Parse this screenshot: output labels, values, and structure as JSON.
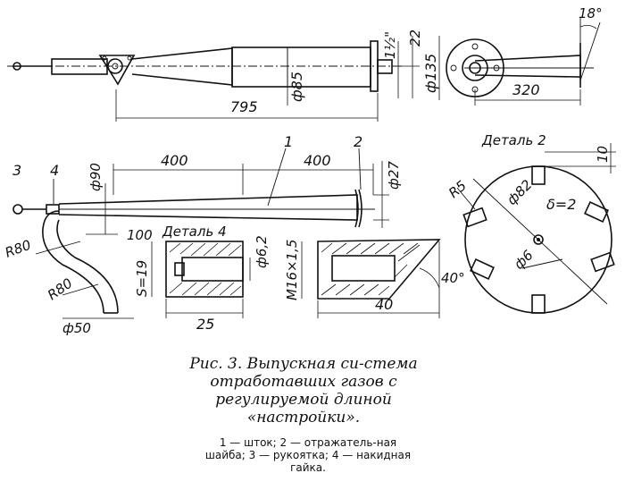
{
  "figure": {
    "dimensions": {
      "d795": "795",
      "d85": "ф85",
      "d135": "ф135",
      "d320": "320",
      "d18": "18°",
      "d22": "22",
      "d112": "1½\"",
      "d400a": "400",
      "d400b": "400",
      "d90": "ф90",
      "d27": "ф27",
      "d100": "100",
      "d10": "10",
      "dR5": "R5",
      "d82": "ф82",
      "ddelta": "δ=2",
      "d6": "ф6",
      "dR80a": "R80",
      "dR80b": "R80",
      "d50": "ф50",
      "dS19": "S=19",
      "d62": "ф6,2",
      "d25": "25",
      "dM16": "M16×1,5",
      "d40": "40",
      "d40deg": "40°"
    },
    "labels": {
      "n1": "1",
      "n2": "2",
      "n3": "3",
      "n4": "4",
      "detail2": "Деталь 2",
      "detail4": "Деталь 4"
    }
  },
  "caption": {
    "title": "Рис. 3. Выпускная си-стема отработавших газов с регулируемой длиной «настройки».",
    "legend": "1 — шток; 2 — отражатель-ная шайба; 3 — рукоятка; 4 — накидная гайка."
  }
}
